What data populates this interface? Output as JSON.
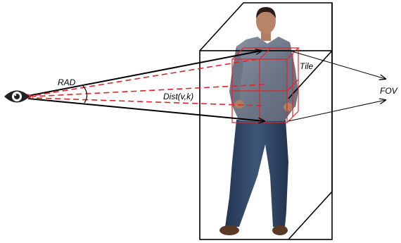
{
  "labels": {
    "rad": "RAD",
    "dist": "Dist(v,k)",
    "tile": "Tile",
    "fov": "FOV"
  },
  "icons": {
    "viewer": "eye-icon",
    "subject": "person-figure"
  },
  "colors": {
    "line": "#000000",
    "tile": "#e0242a",
    "dashed_ray": "#e0242a",
    "background": "#ffffff"
  }
}
